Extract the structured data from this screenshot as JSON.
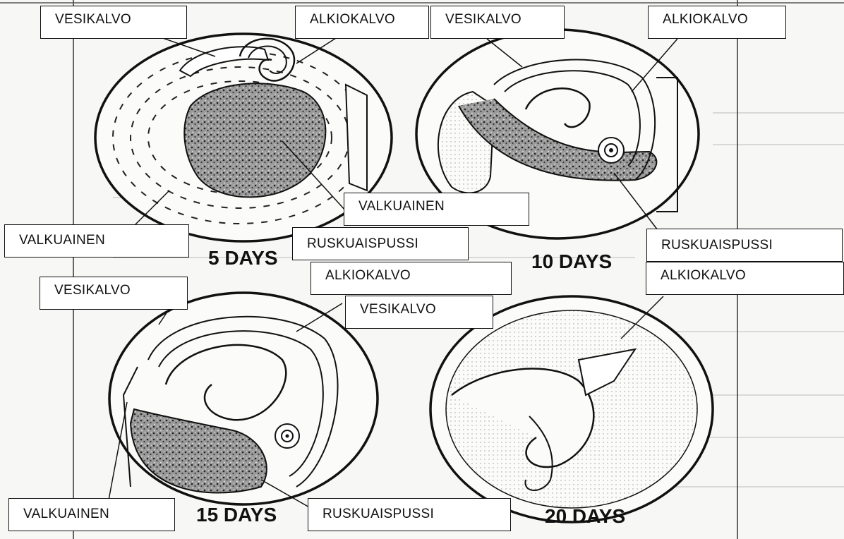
{
  "labels": {
    "egg5_vesikalvo": "VESIKALVO",
    "egg5_alkiokalvo": "ALKIOKALVO",
    "egg5_valkuainen": "VALKUAINEN",
    "egg5_ruskuaispussi": "RUSKUAISPUSSI",
    "egg10_vesikalvo": "VESIKALVO",
    "egg10_alkiokalvo": "ALKIOKALVO",
    "egg10_valkuainen": "VALKUAINEN",
    "egg10_ruskuaispussi": "RUSKUAISPUSSI",
    "egg15_vesikalvo": "VESIKALVO",
    "egg15_alkiokalvo": "ALKIOKALVO",
    "egg15_valkuainen": "VALKUAINEN",
    "egg15_ruskuaispussi": "RUSKUAISPUSSI",
    "egg20_vesikalvo": "VESIKALVO",
    "egg20_alkiokalvo": "ALKIOKALVO"
  },
  "days": {
    "d5": "5 DAYS",
    "d10": "10 DAYS",
    "d15": "15 DAYS",
    "d20": "20 DAYS"
  }
}
